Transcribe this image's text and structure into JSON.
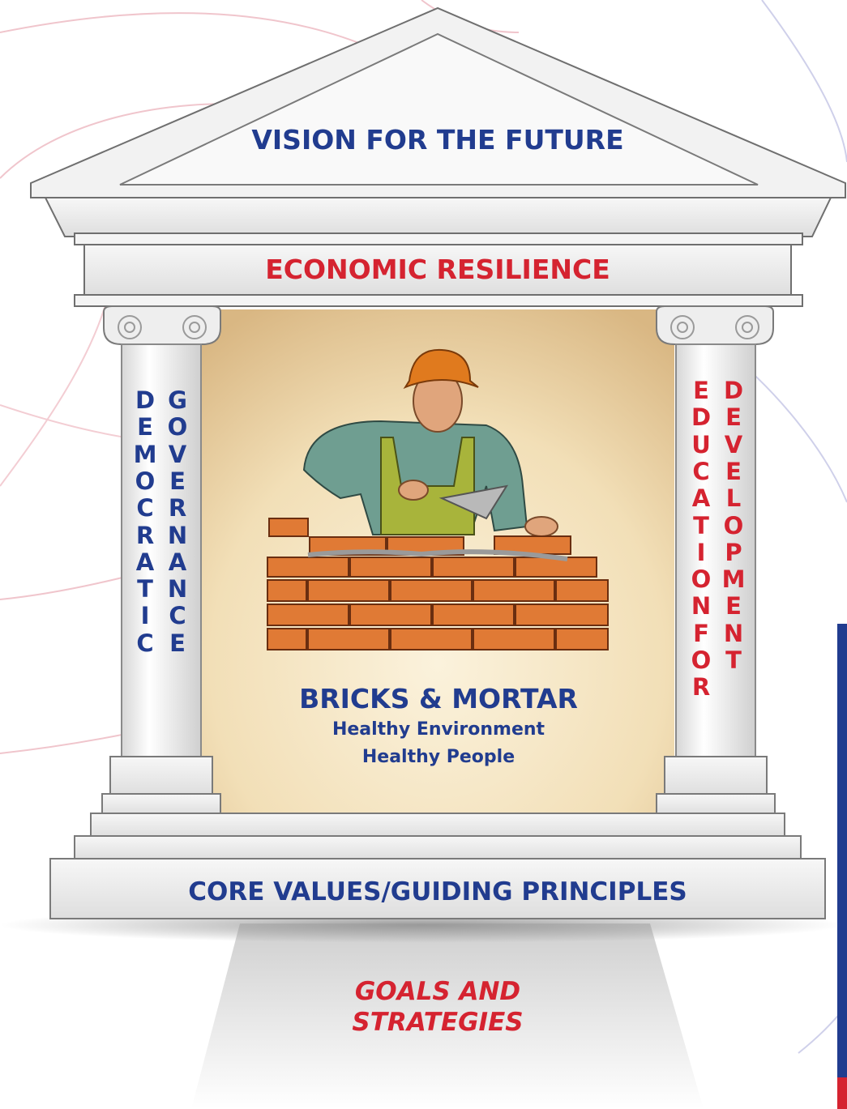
{
  "pediment": {
    "title": "VISION FOR THE FUTURE"
  },
  "entablature": {
    "title": "ECONOMIC RESILIENCE"
  },
  "left_pillar": {
    "col1": [
      "D",
      "E",
      "M",
      "O",
      "C",
      "R",
      "A",
      "T",
      "I",
      "C"
    ],
    "col2": [
      "G",
      "O",
      "V",
      "E",
      "R",
      "N",
      "A",
      "N",
      "C",
      "E"
    ]
  },
  "right_pillar": {
    "col1": [
      "E",
      "D",
      "U",
      "C",
      "A",
      "T",
      "I",
      "O",
      "N",
      "F",
      "O",
      "R"
    ],
    "col2": [
      "D",
      "E",
      "V",
      "E",
      "L",
      "O",
      "P",
      "M",
      "E",
      "N",
      "T"
    ]
  },
  "center": {
    "title": "BRICKS & MORTAR",
    "line1": "Healthy Environment",
    "line2": "Healthy People"
  },
  "base": {
    "title": "CORE VALUES/GUIDING PRINCIPLES"
  },
  "foundation": {
    "line1": "GOALS AND",
    "line2": "STRATEGIES"
  },
  "colors": {
    "blue": "#213c8f",
    "red": "#d52330",
    "stone": "#ececec",
    "interior": "#f4e4c2"
  },
  "illustration": {
    "icon": "bricklayer-icon"
  }
}
